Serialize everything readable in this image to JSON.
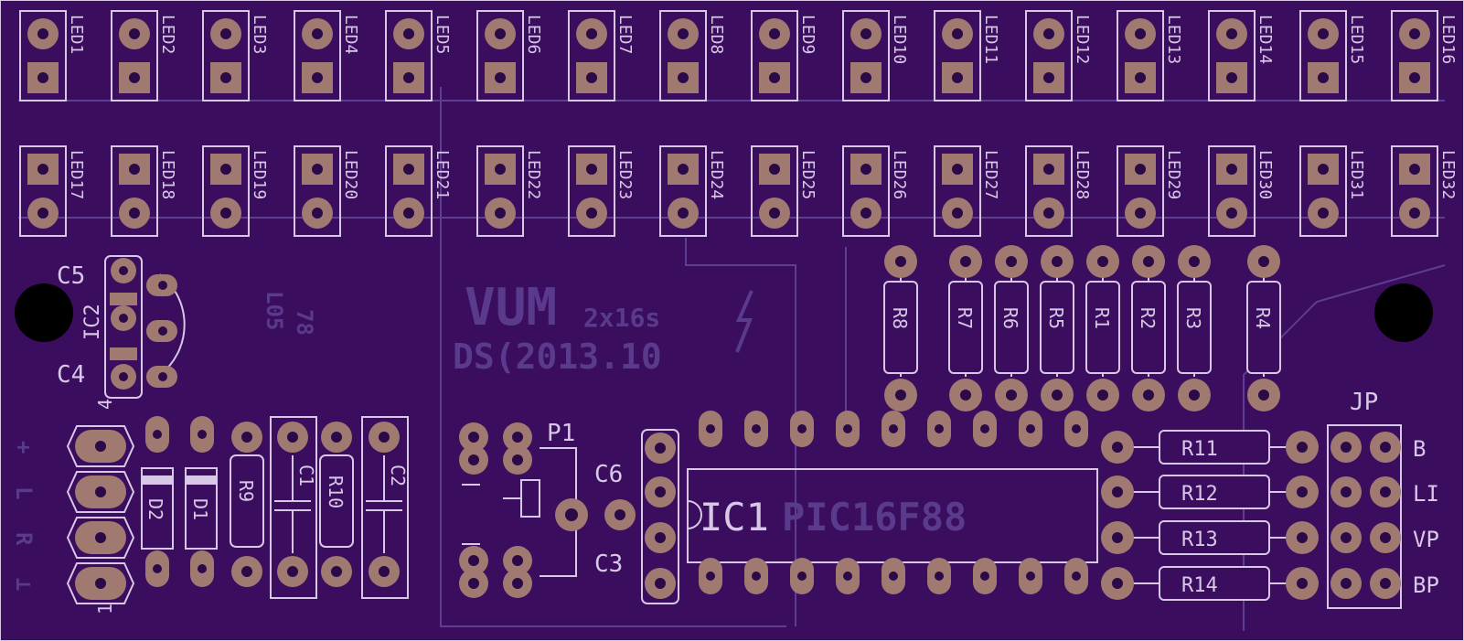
{
  "board": {
    "title_main": "VUM",
    "title_sub": "2x16s",
    "title_date": "DS(2013.10",
    "colors": {
      "substrate": "#3a0d5e",
      "silk": "#d8c8e8",
      "pad": "#a07a70",
      "ghost": "#5a3a8c"
    }
  },
  "leds_top": [
    "LED1",
    "LED2",
    "LED3",
    "LED4",
    "LED5",
    "LED6",
    "LED7",
    "LED8",
    "LED9",
    "LED10",
    "LED11",
    "LED12",
    "LED13",
    "LED14",
    "LED15",
    "LED16"
  ],
  "leds_bottom": [
    "LED17",
    "LED18",
    "LED19",
    "LED20",
    "LED21",
    "LED22",
    "LED23",
    "LED24",
    "LED25",
    "LED26",
    "LED27",
    "LED28",
    "LED29",
    "LED30",
    "LED31",
    "LED32"
  ],
  "resistors_vertical": [
    "R8",
    "R7",
    "R6",
    "R5",
    "R1",
    "R2",
    "R3",
    "R4"
  ],
  "resistors_horizontal": [
    "R11",
    "R12",
    "R13",
    "R14"
  ],
  "labels": {
    "c5": "C5",
    "c4": "C4",
    "c6": "C6",
    "c3": "C3",
    "c1": "C1",
    "c2": "C2",
    "ic2": "IC2",
    "ic2_body": "78",
    "ic2_body2": "L05",
    "ic1": "IC1",
    "ic1_part": "PIC16F88",
    "p1": "P1",
    "jp": "JP",
    "d1": "D1",
    "d2": "D2",
    "r9": "R9",
    "r10": "R10",
    "pin4": "4",
    "pin1": "1"
  },
  "input_labels": [
    "+",
    "L",
    "R",
    "⊥"
  ],
  "jp_labels": [
    "B",
    "LI",
    "VP",
    "BP"
  ]
}
